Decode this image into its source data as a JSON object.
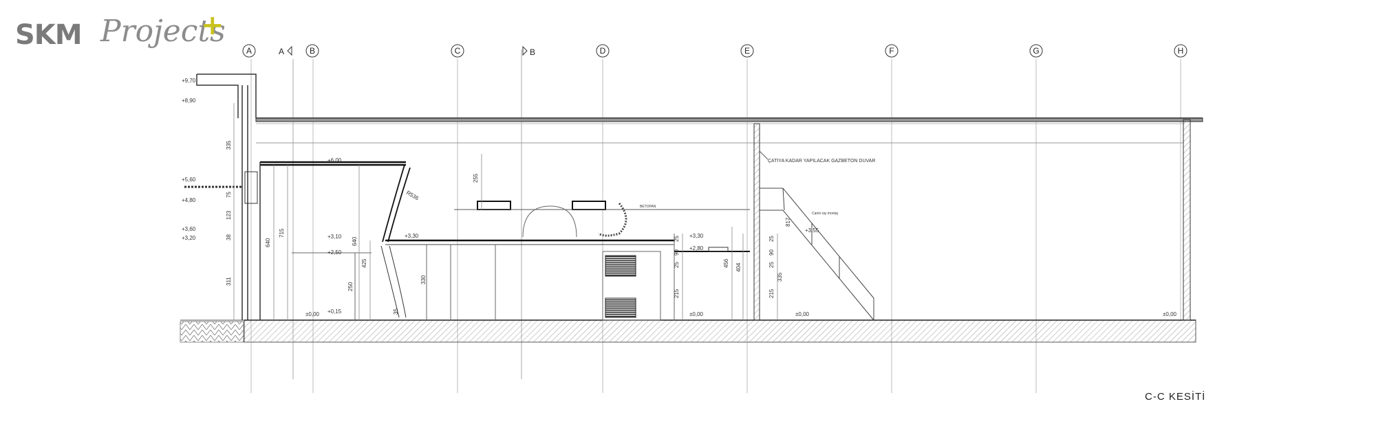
{
  "brand": {
    "mark": "SKM",
    "projects": "Projects",
    "plus": "+"
  },
  "grid_axes": [
    "A",
    "B",
    "C",
    "D",
    "E",
    "F",
    "G",
    "H"
  ],
  "section_markers": {
    "left": "A",
    "right": "B"
  },
  "title": "C-C KESİTİ",
  "levels": {
    "left": [
      "+9,70",
      "+8,90",
      "+5,60",
      "+4,80",
      "+3,60",
      "+3,20"
    ],
    "inner": [
      "+6,00",
      "+3,10",
      "+2,50",
      "+0,15",
      "±0,00",
      "+3,30",
      "+3,30",
      "+2,80",
      "+3,55",
      "±0,00",
      "±0,00",
      "±0,00"
    ]
  },
  "dimensions": [
    "335",
    "75",
    "123",
    "38",
    "311",
    "640",
    "715",
    "640",
    "425",
    "250",
    "330",
    "35",
    "255",
    "25",
    "90",
    "25",
    "215",
    "456",
    "404",
    "25",
    "90",
    "25",
    "215",
    "335",
    "817",
    "R536"
  ],
  "notes": {
    "wall": "ÇATIYA KADAR YAPILACAK GAZBETON DUVAR",
    "ceiling": "BETOPAN",
    "rail": "Camlı ray montaj"
  }
}
